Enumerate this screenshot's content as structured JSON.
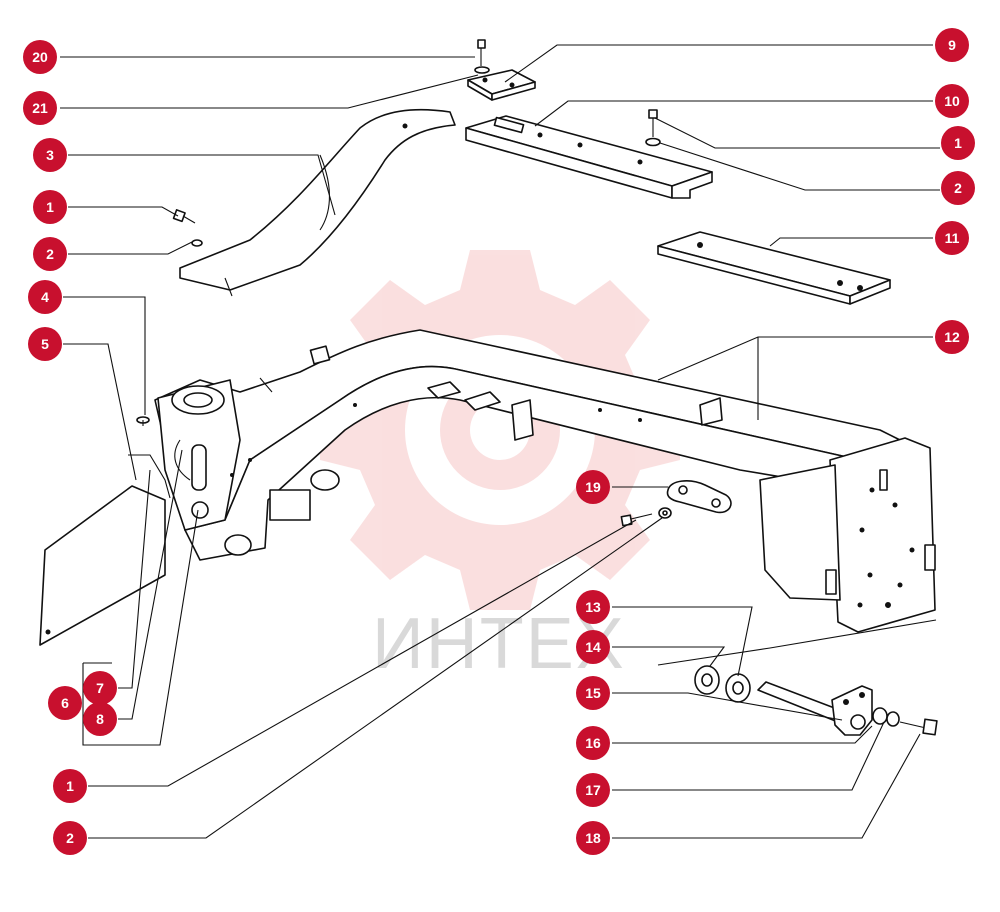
{
  "watermark": {
    "text": "ИНТЕХ",
    "color": "#f2a6a6"
  },
  "colors": {
    "callout_fill": "#c8102e",
    "callout_text": "#ffffff",
    "line": "#111111"
  },
  "callouts": [
    {
      "id": "20"
    },
    {
      "id": "21"
    },
    {
      "id": "3"
    },
    {
      "id": "1"
    },
    {
      "id": "2"
    },
    {
      "id": "4"
    },
    {
      "id": "5"
    },
    {
      "id": "6"
    },
    {
      "id": "7"
    },
    {
      "id": "8"
    },
    {
      "id": "1"
    },
    {
      "id": "2"
    },
    {
      "id": "9"
    },
    {
      "id": "10"
    },
    {
      "id": "1"
    },
    {
      "id": "2"
    },
    {
      "id": "11"
    },
    {
      "id": "12"
    },
    {
      "id": "19"
    },
    {
      "id": "13"
    },
    {
      "id": "14"
    },
    {
      "id": "15"
    },
    {
      "id": "16"
    },
    {
      "id": "17"
    },
    {
      "id": "18"
    }
  ]
}
